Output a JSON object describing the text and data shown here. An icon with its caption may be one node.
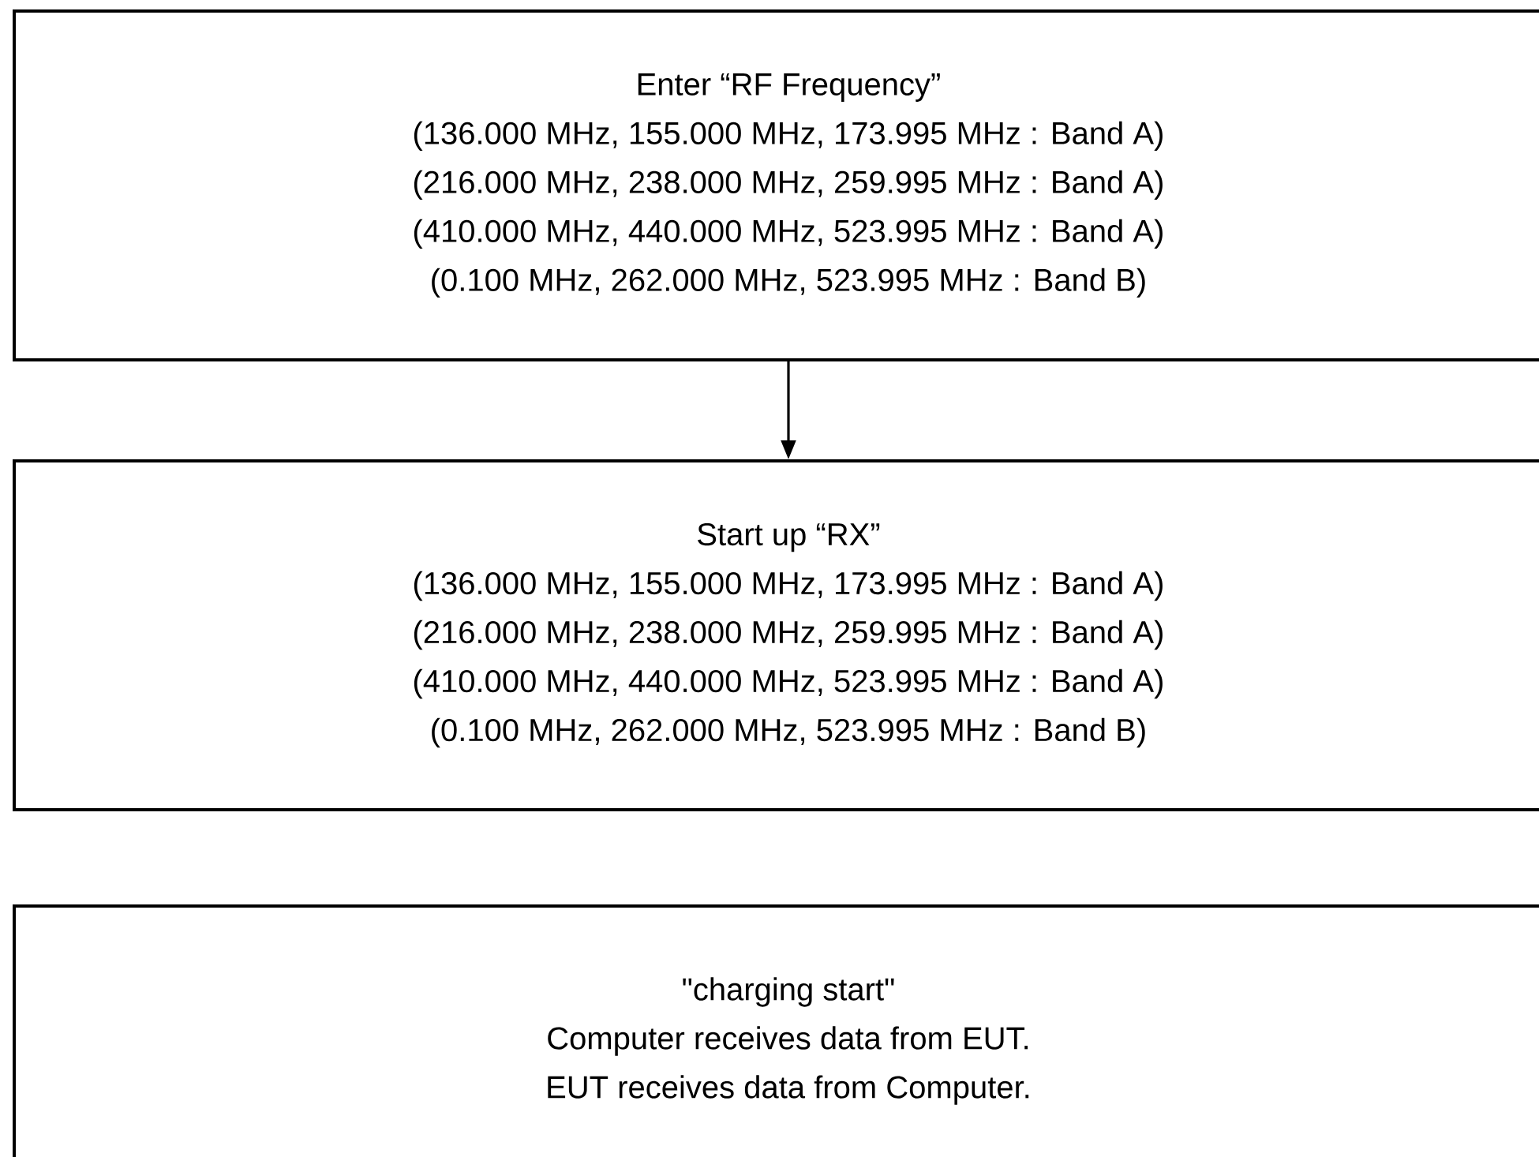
{
  "diagram": {
    "nodes": [
      {
        "text": [
          "Enter “RF Frequency”",
          "(136.000 MHz, 155.000 MHz, 173.995 MHz : Band A)",
          "(216.000 MHz, 238.000 MHz, 259.995 MHz : Band A)",
          "(410.000 MHz, 440.000 MHz, 523.995 MHz : Band A)",
          "(0.100 MHz, 262.000 MHz, 523.995 MHz : Band B)"
        ]
      },
      {
        "text": [
          "Start up “RX”",
          "(136.000 MHz, 155.000 MHz, 173.995 MHz : Band A)",
          "(216.000 MHz, 238.000 MHz, 259.995 MHz : Band A)",
          "(410.000 MHz, 440.000 MHz, 523.995 MHz : Band A)",
          "(0.100 MHz, 262.000 MHz, 523.995 MHz : Band B)"
        ]
      },
      {
        "text": [
          "\"charging start\"",
          "Computer receives data from EUT.",
          "EUT receives data from Computer."
        ]
      }
    ],
    "edges": [
      {
        "from": 0,
        "to": 1,
        "arrow": "to"
      }
    ]
  }
}
